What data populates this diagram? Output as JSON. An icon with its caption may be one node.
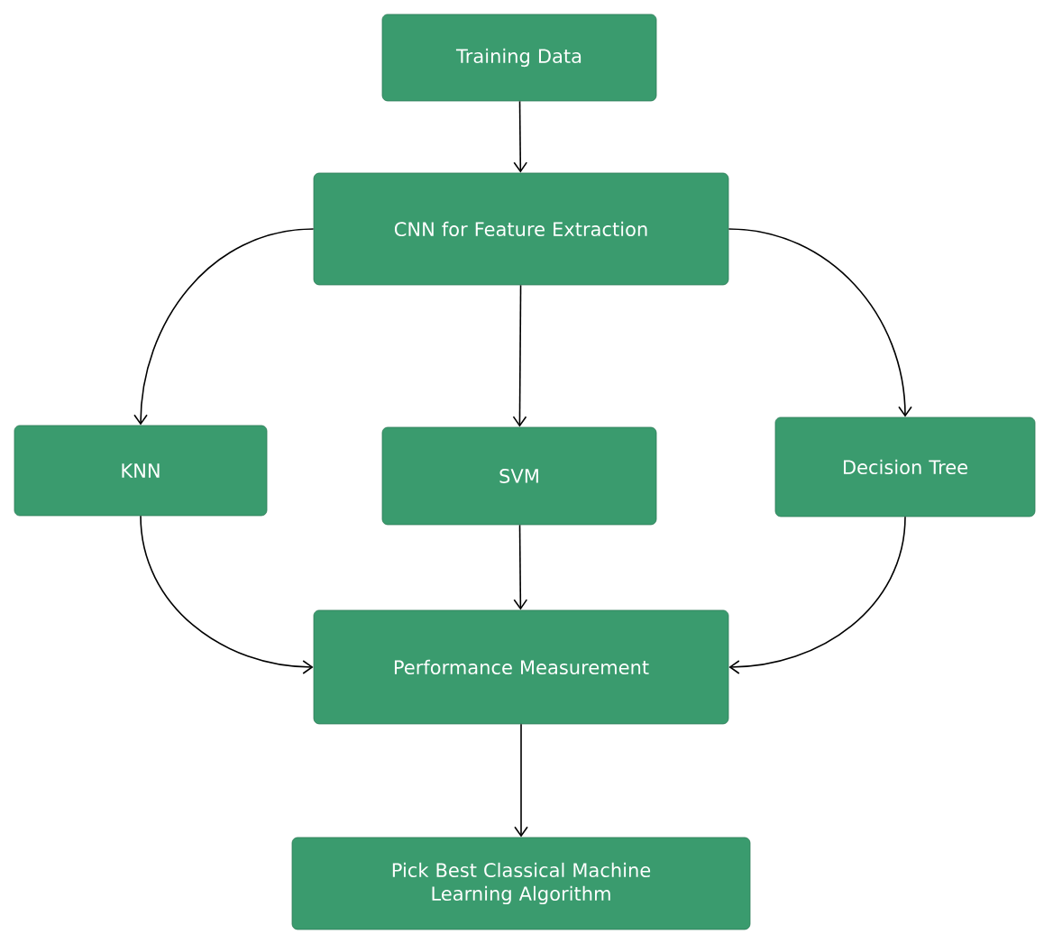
{
  "diagram": {
    "nodes": [
      {
        "text": [
          "Training Data"
        ]
      },
      {
        "text": [
          "CNN for Feature Extraction"
        ]
      },
      {
        "text": [
          "KNN"
        ]
      },
      {
        "text": [
          "SVM"
        ]
      },
      {
        "text": [
          "Decision Tree"
        ]
      },
      {
        "text": [
          "Performance Measurement"
        ]
      },
      {
        "text": [
          "Pick Best Classical Machine Learning Algorithm"
        ]
      }
    ],
    "edges": [
      {
        "from": 0,
        "to": 1,
        "arrow": "to"
      },
      {
        "from": 1,
        "to": 2,
        "arrow": "to"
      },
      {
        "from": 1,
        "to": 3,
        "arrow": "to"
      },
      {
        "from": 1,
        "to": 4,
        "arrow": "to"
      },
      {
        "from": 2,
        "to": 5,
        "arrow": "to"
      },
      {
        "from": 3,
        "to": 5,
        "arrow": "to"
      },
      {
        "from": 4,
        "to": 5,
        "arrow": "to"
      },
      {
        "from": 5,
        "to": 6,
        "arrow": "to"
      }
    ]
  }
}
